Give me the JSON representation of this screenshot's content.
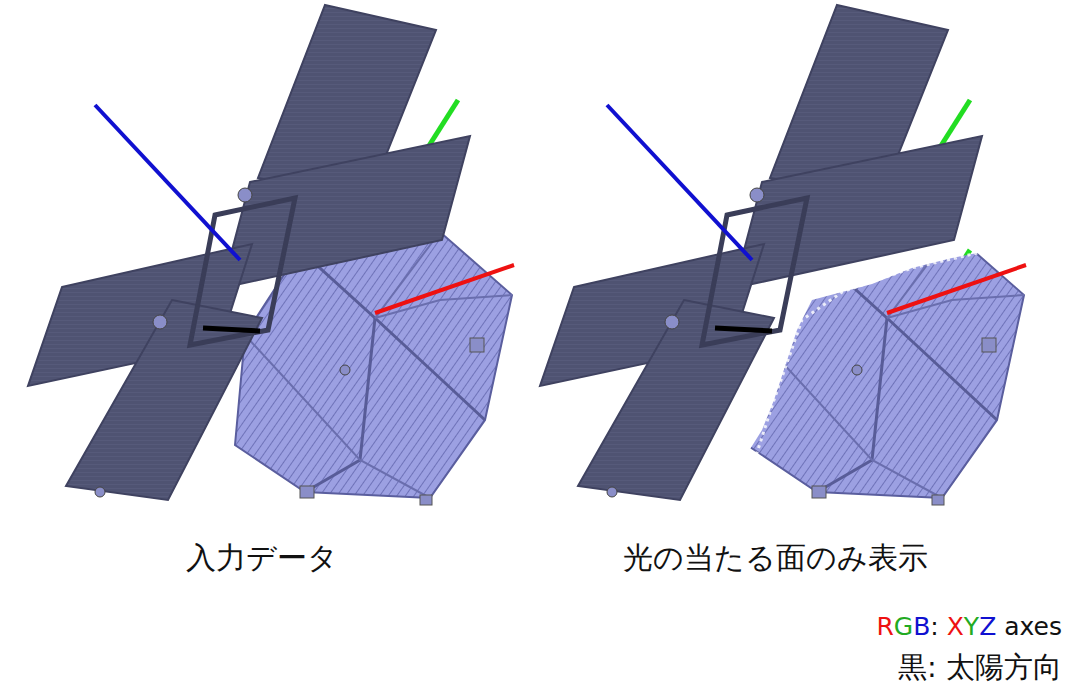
{
  "diagram": {
    "labels": [
      "入力データ",
      "光の当たる面のみ表示",
      "RGB: XYZ axes",
      "黒: 太陽方向"
    ]
  }
}
